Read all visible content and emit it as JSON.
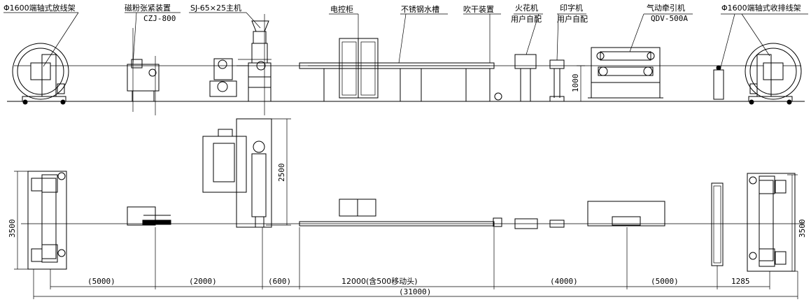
{
  "labels": {
    "payoff": "Φ1600端轴式放线架",
    "tensioner_name": "磁粉张紧装置",
    "tensioner_model": "CZJ-800",
    "extruder": "SJ-65×25主机",
    "control_cabinet": "电控柜",
    "water_tank": "不锈钢水槽",
    "dryer": "吹干装置",
    "spark_name": "火花机",
    "spark_note": "用户自配",
    "printer_name": "印字机",
    "printer_note": "用户自配",
    "haul_name": "气动牵引机",
    "haul_model": "QDV-500A",
    "takeup": "Φ1600端轴式收排线架"
  },
  "dimensions": {
    "height_1000": "1000",
    "height_2500": "2500",
    "width_3500_left": "3500",
    "width_3500_right": "3500",
    "seg_5000_a": "(5000)",
    "seg_2000": "(2000)",
    "seg_600": "(600)",
    "seg_12000": "12000(含500移动头)",
    "seg_4000": "(4000)",
    "seg_5000_b": "(5000)",
    "seg_1285": "1285",
    "total": "(31000)"
  }
}
